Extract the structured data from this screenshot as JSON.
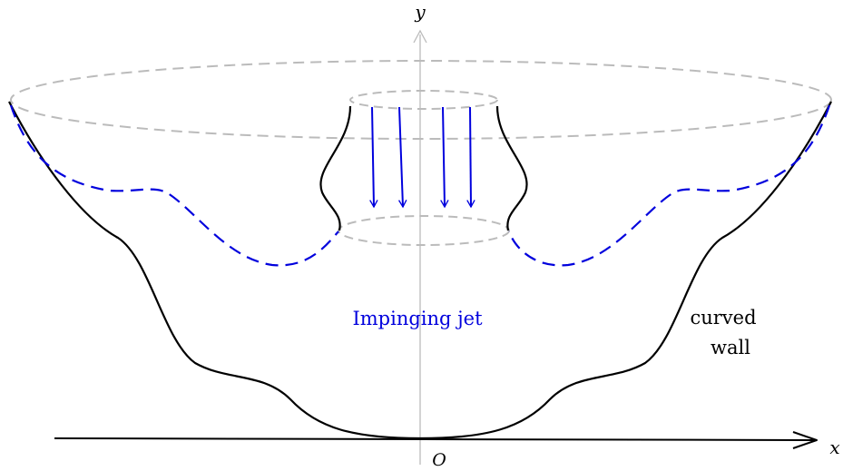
{
  "axes": {
    "x_label": "x",
    "y_label": "y",
    "origin_label": "O"
  },
  "labels": {
    "jet": "Impinging jet",
    "wall_line1": "curved",
    "wall_line2": "wall"
  },
  "colors": {
    "wall": "#000000",
    "jet_flow": "#0000dd",
    "free_surface": "#0000dd",
    "rim_ellipse": "#bbbbbb",
    "y_axis": "#bbbbbb",
    "x_axis": "#000000"
  }
}
